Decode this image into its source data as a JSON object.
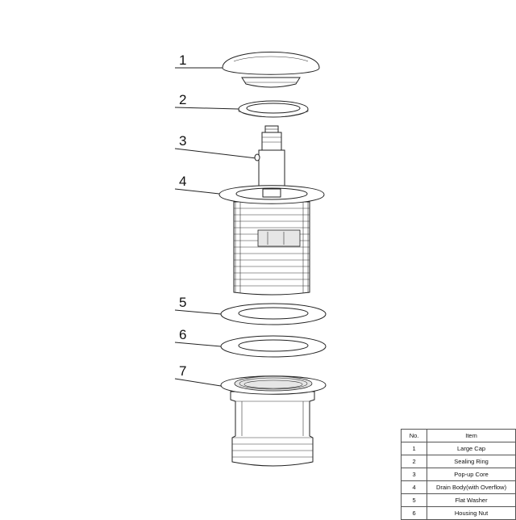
{
  "callouts": [
    "1",
    "2",
    "3",
    "4",
    "5",
    "6",
    "7"
  ],
  "table": {
    "headers": {
      "no": "No.",
      "item": "Item"
    },
    "rows": [
      {
        "no": "1",
        "item": "Large Cap"
      },
      {
        "no": "2",
        "item": "Sealing Ring"
      },
      {
        "no": "3",
        "item": "Pop-up Core"
      },
      {
        "no": "4",
        "item": "Drain Body(with Overflow)"
      },
      {
        "no": "5",
        "item": "Flat Washer"
      },
      {
        "no": "6",
        "item": "Housing Nut"
      }
    ]
  }
}
